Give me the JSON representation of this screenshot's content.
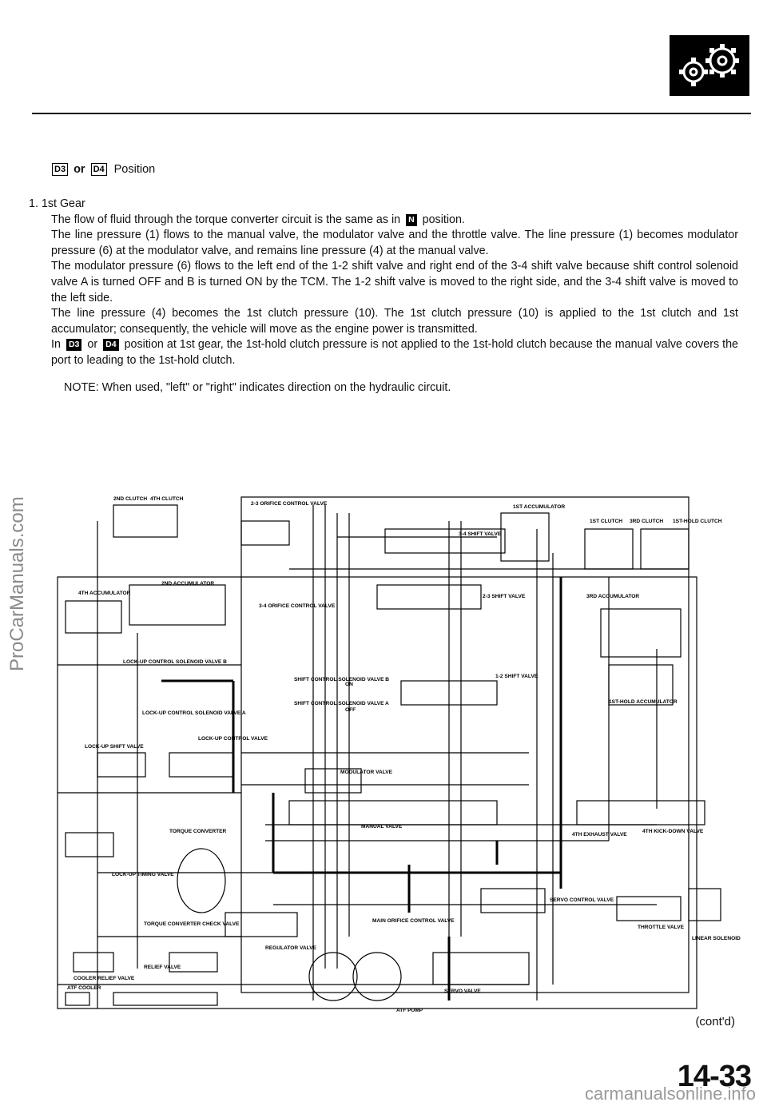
{
  "header": {
    "icon": "gears-icon",
    "watermark_side": "ProCarManuals.com",
    "watermark_footer": "carmanualsonline.info"
  },
  "heading": {
    "box1": "D3",
    "or_text": "or",
    "box2": "D4",
    "title": "Position"
  },
  "body": {
    "item_title": "1.  1st Gear",
    "p1_a": "The flow of fluid through the torque converter circuit is the same as in",
    "p1_box": "N",
    "p1_b": "position.",
    "p2": "The line pressure (1) flows to the manual valve, the modulator valve and the throttle valve. The line pressure (1) becomes modulator pressure (6) at the modulator valve, and remains line pressure (4) at the manual valve.",
    "p3": "The modulator pressure (6) flows to the left end of the 1-2 shift valve and right end of the 3-4 shift valve because shift control solenoid valve A is turned OFF and B is turned ON by the TCM. The 1-2 shift valve is moved to the right side, and the 3-4 shift valve is moved to the left side.",
    "p4": "The line pressure (4) becomes the 1st clutch pressure (10). The 1st clutch pressure (10) is applied to the 1st clutch and 1st accumulator; consequently, the vehicle will move as the engine power is transmitted.",
    "p5_a": "In",
    "p5_box1": "D3",
    "p5_or": "or",
    "p5_box2": "D4",
    "p5_b": "position at 1st gear, the 1st-hold clutch pressure is not applied to the 1st-hold clutch because the manual valve covers the port to leading to the 1st-hold clutch.",
    "note": "NOTE:  When used, \"left\" or \"right\" indicates direction on the hydraulic circuit."
  },
  "diagram": {
    "labels": {
      "clutch2": "2ND CLUTCH",
      "clutch4": "4TH CLUTCH",
      "orifice23": "2-3 ORIFICE CONTROL VALVE",
      "acc1": "1ST ACCUMULATOR",
      "clutch1": "1ST CLUTCH",
      "clutch3": "3RD CLUTCH",
      "clutch1hold": "1ST-HOLD CLUTCH",
      "shift34": "3-4 SHIFT VALVE",
      "acc4": "4TH ACCUMULATOR",
      "acc2": "2ND ACCUMULATOR",
      "shift23": "2-3 SHIFT VALVE",
      "acc3": "3RD ACCUMULATOR",
      "orifice34": "3-4 ORIFICE CONTROL VALVE",
      "lockup_b": "LOCK-UP CONTROL SOLENOID VALVE B",
      "shift_sol_b": "SHIFT CONTROL SOLENOID VALVE B",
      "on": "ON",
      "shift12": "1-2 SHIFT VALVE",
      "lockup_a": "LOCK-UP CONTROL SOLENOID VALVE A",
      "shift_sol_a": "SHIFT CONTROL SOLENOID VALVE A",
      "off": "OFF",
      "acc1hold": "1ST-HOLD ACCUMULATOR",
      "lockup_shift": "LOCK-UP SHIFT VALVE",
      "lockup_ctrl": "LOCK-UP CONTROL VALVE",
      "modulator": "MODULATOR VALVE",
      "torque_conv": "TORQUE CONVERTER",
      "manual": "MANUAL VALVE",
      "exhaust4": "4TH EXHAUST VALVE",
      "kickdown4": "4TH KICK-DOWN VALVE",
      "lockup_timing": "LOCK-UP TIMING VALVE",
      "servo_ctrl": "SERVO CONTROL VALVE",
      "main_orifice": "MAIN ORIFICE CONTROL VALVE",
      "tc_check": "TORQUE CONVERTER CHECK VALVE",
      "throttle": "THROTTLE VALVE",
      "regulator": "REGULATOR VALVE",
      "linear_sol": "LINEAR SOLENOID",
      "cooler_relief": "COOLER RELIEF VALVE",
      "relief": "RELIEF VALVE",
      "servo": "SERVO VALVE",
      "atf_cooler": "ATF COOLER",
      "atf_pump": "ATF PUMP"
    }
  },
  "footer": {
    "contd": "(cont'd)",
    "page_number": "14-33"
  }
}
